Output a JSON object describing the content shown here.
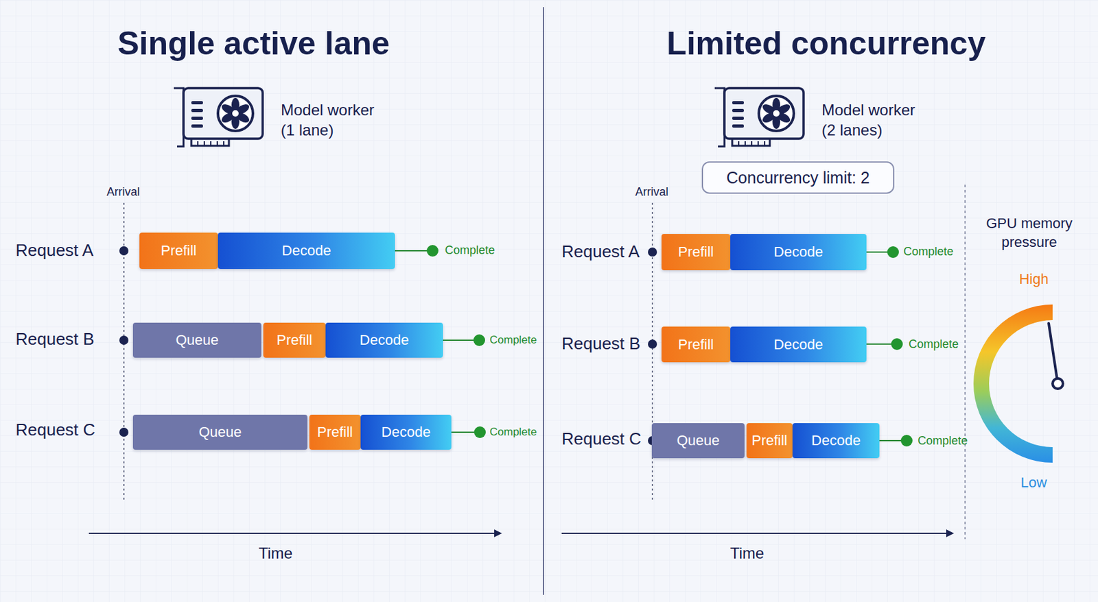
{
  "diagram": {
    "nodes": [
      {
        "text": [
          "Prefill"
        ]
      },
      {
        "text": [
          "Decode"
        ]
      },
      {
        "text": [
          "Queue"
        ]
      },
      {
        "text": [
          "Prefill"
        ]
      },
      {
        "text": [
          "Decode"
        ]
      },
      {
        "text": [
          "Queue"
        ]
      },
      {
        "text": [
          "Prefill"
        ]
      },
      {
        "text": [
          "Decode"
        ]
      },
      {
        "text": [
          "Concurrency limit: 2"
        ]
      },
      {
        "text": [
          "Prefill"
        ]
      },
      {
        "text": [
          "Decode"
        ]
      },
      {
        "text": [
          "Prefill"
        ]
      },
      {
        "text": [
          "Decode"
        ]
      },
      {
        "text": [
          "Queue"
        ]
      },
      {
        "text": [
          "Prefill"
        ]
      },
      {
        "text": [
          "Decode"
        ]
      }
    ],
    "edges": [],
    "labels": [
      "Single active lane",
      "Model worker (1 lane)",
      "Arrival",
      "Request A",
      "Request B",
      "Request C",
      "Complete",
      "Complete",
      "Complete",
      "Time",
      "Limited concurrency",
      "Model worker (2 lanes)",
      "Arrival",
      "Request A",
      "Request B",
      "Request C",
      "Complete",
      "Complete",
      "Complete",
      "Time",
      "GPU memory pressure",
      "High",
      "Low"
    ]
  }
}
